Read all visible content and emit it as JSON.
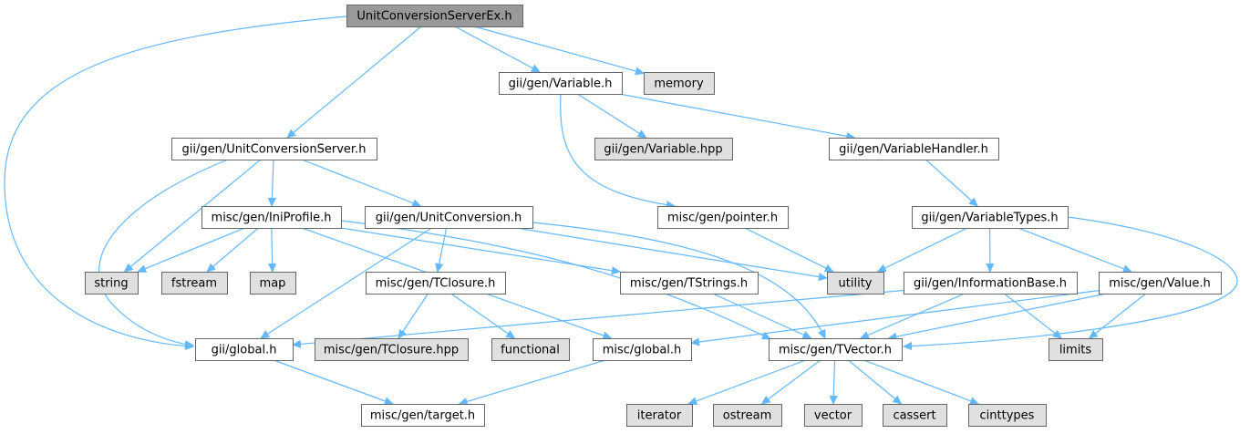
{
  "diagram": {
    "colors": {
      "root_fill": "#999999",
      "header_fill": "#ffffff",
      "system_fill": "#e0e0e0",
      "border": "#666666",
      "edge": "#63b8ff"
    },
    "nodes": {
      "root": {
        "label": "UnitConversionServerEx.h",
        "kind": "root"
      },
      "variable_h": {
        "label": "gii/gen/Variable.h",
        "kind": "header"
      },
      "memory": {
        "label": "memory",
        "kind": "system"
      },
      "unitconversionserver_h": {
        "label": "gii/gen/UnitConversionServer.h",
        "kind": "header"
      },
      "variable_hpp": {
        "label": "gii/gen/Variable.hpp",
        "kind": "system"
      },
      "variablehandler_h": {
        "label": "gii/gen/VariableHandler.h",
        "kind": "header"
      },
      "iniprofile_h": {
        "label": "misc/gen/IniProfile.h",
        "kind": "header"
      },
      "unitconversion_h": {
        "label": "gii/gen/UnitConversion.h",
        "kind": "header"
      },
      "pointer_h": {
        "label": "misc/gen/pointer.h",
        "kind": "header"
      },
      "variabletypes_h": {
        "label": "gii/gen/VariableTypes.h",
        "kind": "header"
      },
      "string": {
        "label": "string",
        "kind": "system"
      },
      "fstream": {
        "label": "fstream",
        "kind": "system"
      },
      "map": {
        "label": "map",
        "kind": "system"
      },
      "tclosure_h": {
        "label": "misc/gen/TClosure.h",
        "kind": "header"
      },
      "tstrings_h": {
        "label": "misc/gen/TStrings.h",
        "kind": "header"
      },
      "utility": {
        "label": "utility",
        "kind": "system"
      },
      "informationbase_h": {
        "label": "gii/gen/InformationBase.h",
        "kind": "header"
      },
      "value_h": {
        "label": "misc/gen/Value.h",
        "kind": "header"
      },
      "gii_global_h": {
        "label": "gii/global.h",
        "kind": "header"
      },
      "tclosure_hpp": {
        "label": "misc/gen/TClosure.hpp",
        "kind": "system"
      },
      "functional": {
        "label": "functional",
        "kind": "system"
      },
      "misc_global_h": {
        "label": "misc/global.h",
        "kind": "header"
      },
      "tvector_h": {
        "label": "misc/gen/TVector.h",
        "kind": "header"
      },
      "limits": {
        "label": "limits",
        "kind": "system"
      },
      "target_h": {
        "label": "misc/gen/target.h",
        "kind": "header"
      },
      "iterator": {
        "label": "iterator",
        "kind": "system"
      },
      "ostream": {
        "label": "ostream",
        "kind": "system"
      },
      "vector": {
        "label": "vector",
        "kind": "system"
      },
      "cassert": {
        "label": "cassert",
        "kind": "system"
      },
      "cinttypes": {
        "label": "cinttypes",
        "kind": "system"
      }
    },
    "edges": [
      [
        "root",
        "variable_h"
      ],
      [
        "root",
        "memory"
      ],
      [
        "root",
        "unitconversionserver_h"
      ],
      [
        "root",
        "gii_global_h"
      ],
      [
        "variable_h",
        "variable_hpp"
      ],
      [
        "variable_h",
        "variablehandler_h"
      ],
      [
        "variable_h",
        "pointer_h"
      ],
      [
        "unitconversionserver_h",
        "iniprofile_h"
      ],
      [
        "unitconversionserver_h",
        "unitconversion_h"
      ],
      [
        "unitconversionserver_h",
        "string"
      ],
      [
        "unitconversionserver_h",
        "gii_global_h"
      ],
      [
        "variablehandler_h",
        "variabletypes_h"
      ],
      [
        "iniprofile_h",
        "string"
      ],
      [
        "iniprofile_h",
        "fstream"
      ],
      [
        "iniprofile_h",
        "map"
      ],
      [
        "iniprofile_h",
        "tstrings_h"
      ],
      [
        "iniprofile_h",
        "misc_global_h"
      ],
      [
        "iniprofile_h",
        "tvector_h"
      ],
      [
        "unitconversion_h",
        "tclosure_h"
      ],
      [
        "unitconversion_h",
        "utility"
      ],
      [
        "unitconversion_h",
        "gii_global_h"
      ],
      [
        "unitconversion_h",
        "tvector_h"
      ],
      [
        "pointer_h",
        "utility"
      ],
      [
        "variabletypes_h",
        "utility"
      ],
      [
        "variabletypes_h",
        "informationbase_h"
      ],
      [
        "variabletypes_h",
        "value_h"
      ],
      [
        "variabletypes_h",
        "tvector_h"
      ],
      [
        "tclosure_h",
        "tclosure_hpp"
      ],
      [
        "tclosure_h",
        "functional"
      ],
      [
        "tstrings_h",
        "tvector_h"
      ],
      [
        "informationbase_h",
        "gii_global_h"
      ],
      [
        "informationbase_h",
        "tvector_h"
      ],
      [
        "informationbase_h",
        "limits"
      ],
      [
        "value_h",
        "misc_global_h"
      ],
      [
        "value_h",
        "tvector_h"
      ],
      [
        "value_h",
        "limits"
      ],
      [
        "gii_global_h",
        "target_h"
      ],
      [
        "misc_global_h",
        "target_h"
      ],
      [
        "tvector_h",
        "iterator"
      ],
      [
        "tvector_h",
        "ostream"
      ],
      [
        "tvector_h",
        "vector"
      ],
      [
        "tvector_h",
        "cassert"
      ],
      [
        "tvector_h",
        "cinttypes"
      ]
    ]
  }
}
